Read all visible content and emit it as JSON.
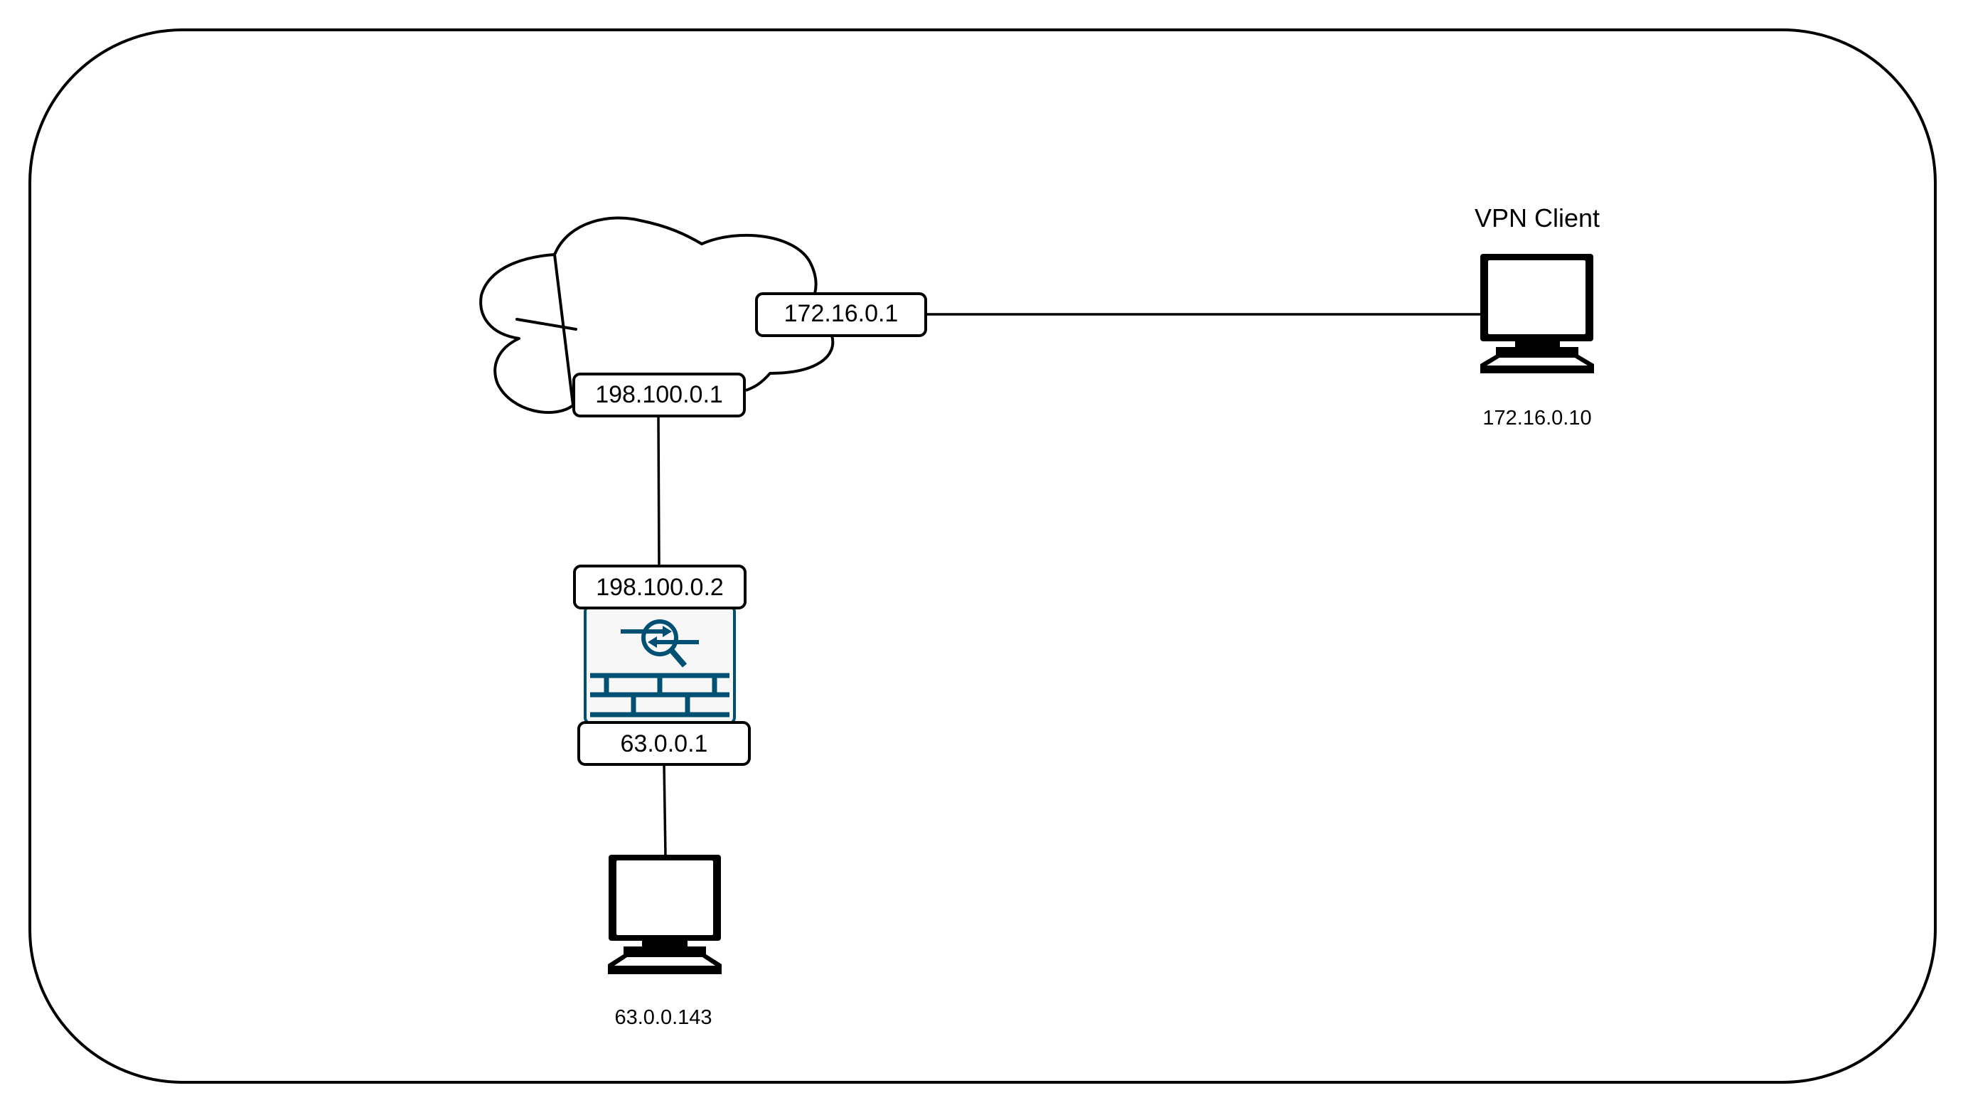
{
  "diagram": {
    "type": "network-topology",
    "colors": {
      "stroke": "#000000",
      "firewall_accent": "#005073",
      "firewall_fill": "#f7f7f7"
    },
    "cloud": {
      "icon": "cloud-icon",
      "interfaces": {
        "east": "172.16.0.1",
        "south": "198.100.0.1"
      }
    },
    "firewall": {
      "icon": "firewall-icon",
      "interfaces": {
        "north": "198.100.0.2",
        "south": "63.0.0.1"
      }
    },
    "vpn_client": {
      "title": "VPN Client",
      "icon": "computer-icon",
      "ip": "172.16.0.10"
    },
    "internal_host": {
      "icon": "computer-icon",
      "ip": "63.0.0.143"
    },
    "links": [
      {
        "from": "cloud:172.16.0.1",
        "to": "vpn_client"
      },
      {
        "from": "cloud:198.100.0.1",
        "to": "firewall:198.100.0.2"
      },
      {
        "from": "firewall:63.0.0.1",
        "to": "internal_host"
      }
    ]
  }
}
